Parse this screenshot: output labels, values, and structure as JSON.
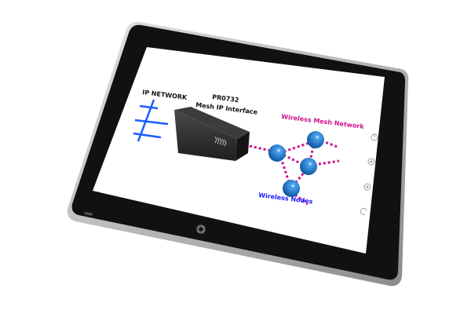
{
  "diagram": {
    "ip_network_label": "IP NETWORK",
    "device_model": "PR0732",
    "device_name": "Mesh IP Interface",
    "mesh_label": "Wireless Mesh Network",
    "nodes_label": "Wireless Nodes"
  },
  "colors": {
    "ip_line": "#1a5cff",
    "mesh_link": "#d0108c",
    "node": "#0a6fc9",
    "nodes_text": "#1a1aff",
    "bezel": "#111111"
  },
  "tablet_buttons": [
    "power-icon",
    "target-icon",
    "play-icon",
    "refresh-icon",
    "home-icon"
  ]
}
